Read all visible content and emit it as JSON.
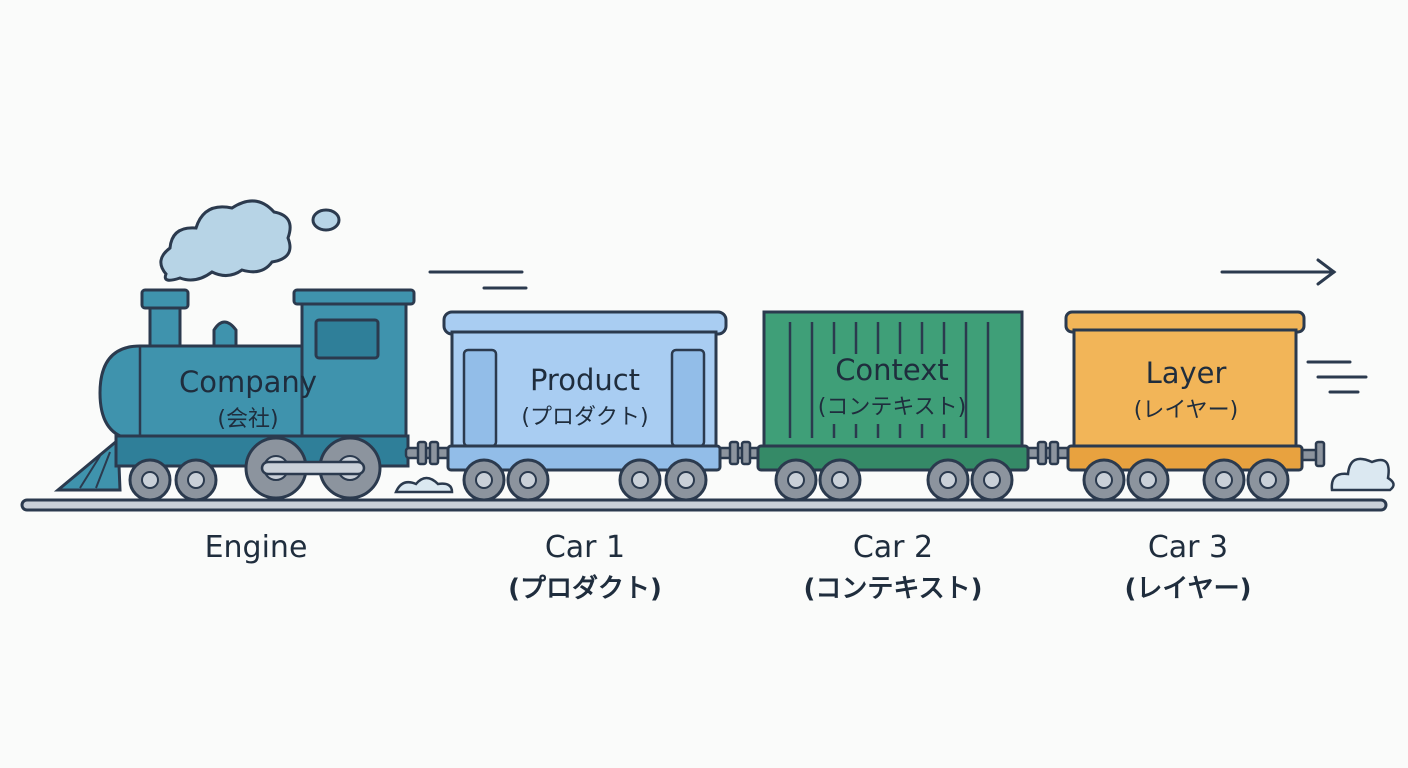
{
  "colors": {
    "outline": "#2b3a4e",
    "engine": "#3f93ad",
    "engine_dark": "#2f7f99",
    "product": "#a9cdf2",
    "context": "#3f9f78",
    "layer": "#f2b558",
    "wheel": "#8c949e",
    "rail": "#c9d0d8",
    "smoke": "#b7d4e6"
  },
  "cars": [
    {
      "id": "engine",
      "label": "Company",
      "sub": "(会社)",
      "caption": "Engine",
      "caption_sub": ""
    },
    {
      "id": "product",
      "label": "Product",
      "sub": "(プロダクト)",
      "caption": "Car 1",
      "caption_sub": "(プロダクト)"
    },
    {
      "id": "context",
      "label": "Context",
      "sub": "(コンテキスト)",
      "caption": "Car 2",
      "caption_sub": "(コンテキスト)"
    },
    {
      "id": "layer",
      "label": "Layer",
      "sub": "(レイヤー)",
      "caption": "Car 3",
      "caption_sub": "(レイヤー)"
    }
  ]
}
